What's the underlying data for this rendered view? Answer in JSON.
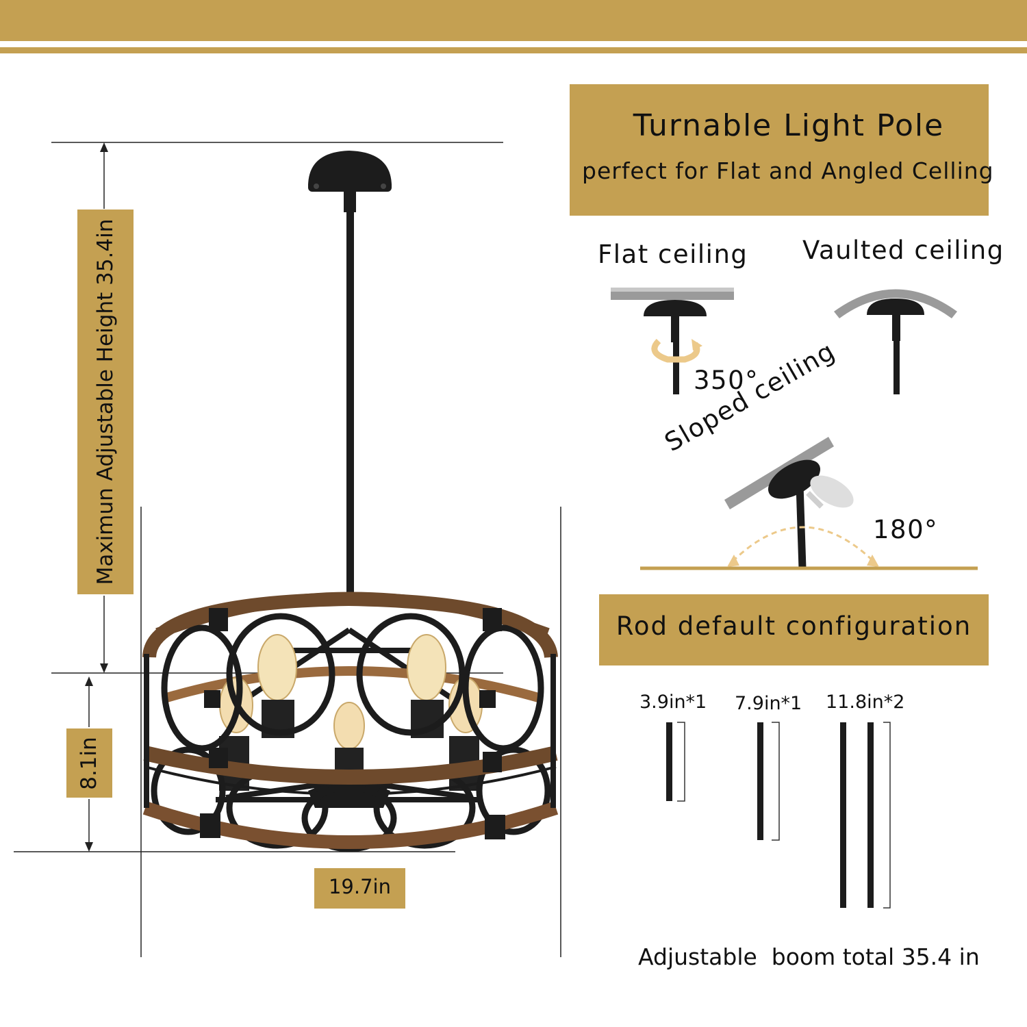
{
  "colors": {
    "gold": "#c4a052",
    "wood": "#6e4a2c",
    "metal": "#1c1c1c",
    "ceiling": "#9a9a9a"
  },
  "header": {
    "title": "Turnable Light Pole",
    "subtitle": "perfect for Flat and Angled Celling"
  },
  "ceilings": {
    "flat": {
      "label": "Flat ceiling",
      "angle": "350°"
    },
    "vaulted": {
      "label": "Vaulted ceiling"
    },
    "sloped": {
      "label": "Sloped ceiling",
      "angle": "180°"
    }
  },
  "rods": {
    "title": "Rod default configuration",
    "items": [
      {
        "label": "3.9in*1"
      },
      {
        "label": "7.9in*1"
      },
      {
        "label": "11.8in*2"
      }
    ],
    "total_note": "Adjustable  boom total 35.4 in"
  },
  "dimensions": {
    "max_height": "Maximun Adjustable Height 35.4in",
    "fixture_height": "8.1in",
    "diameter": "19.7in"
  },
  "icons": [
    "rotation-arrow-icon",
    "arc-arrow-icon"
  ]
}
